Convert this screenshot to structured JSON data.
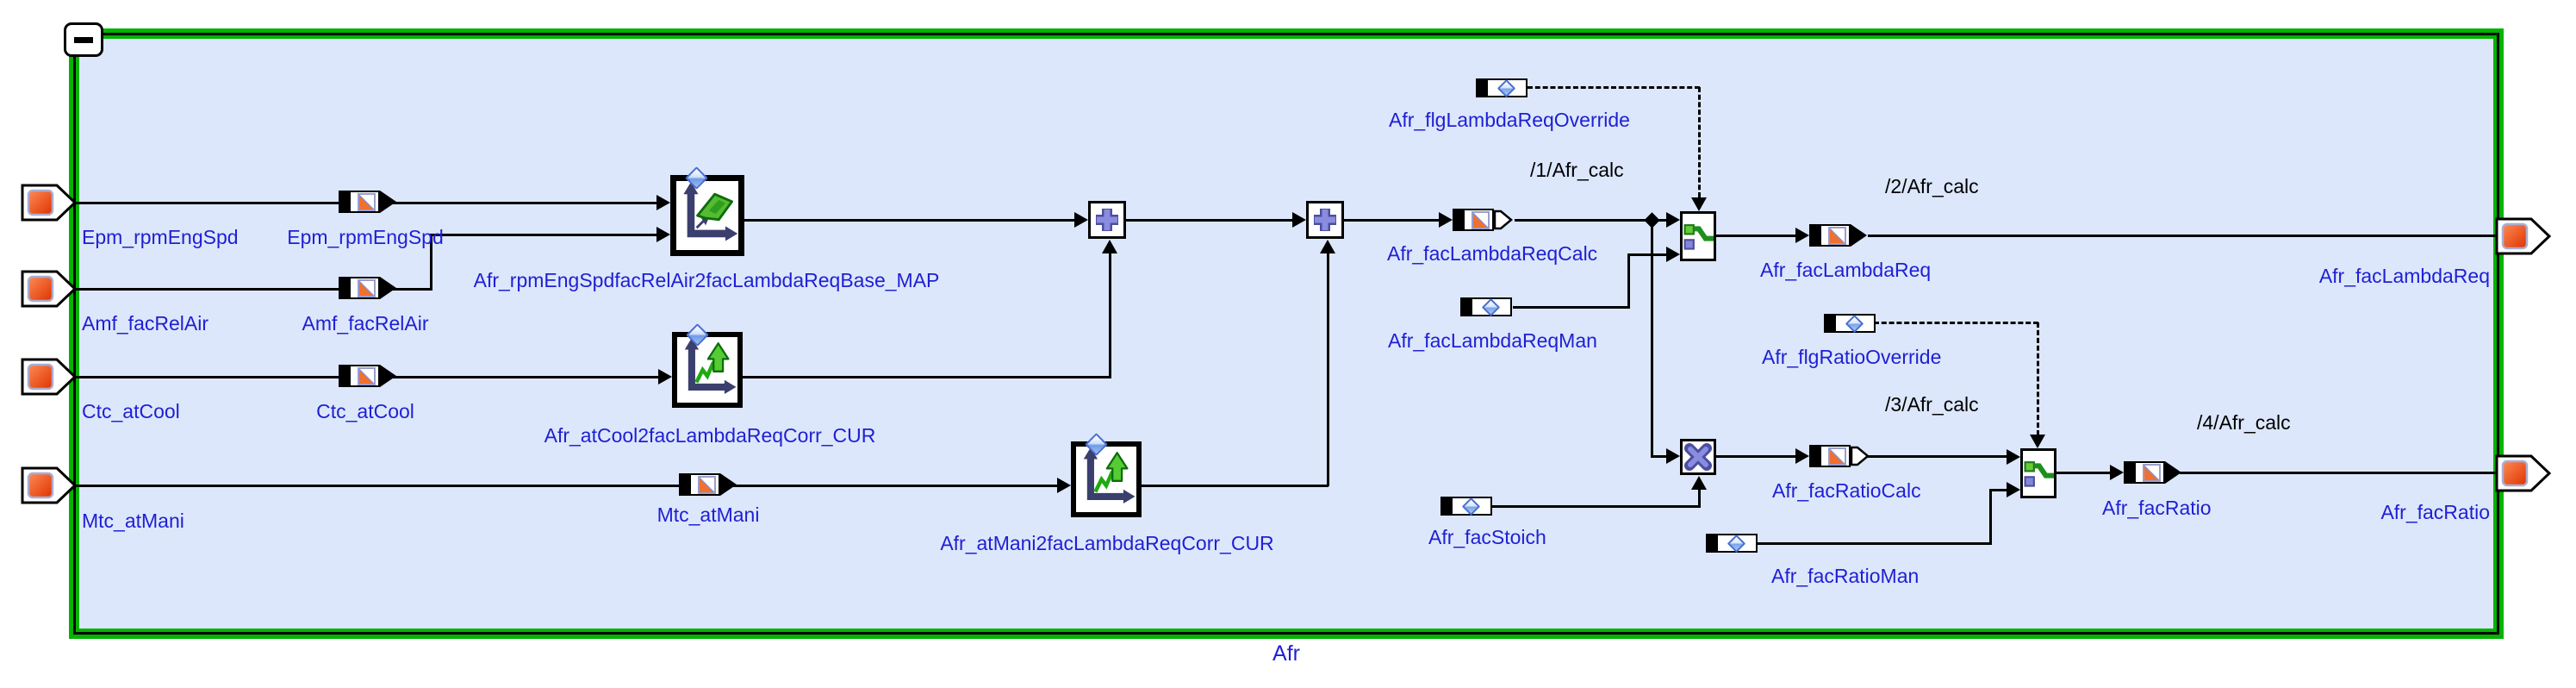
{
  "frame": {
    "title": "Afr",
    "collapse": "-"
  },
  "inputs": [
    {
      "label": "Epm_rpmEngSpd"
    },
    {
      "label": "Amf_facRelAir"
    },
    {
      "label": "Ctc_atCool"
    },
    {
      "label": "Mtc_atMani"
    }
  ],
  "mid_connectors": [
    {
      "label": "Epm_rpmEngSpd"
    },
    {
      "label": "Amf_facRelAir"
    },
    {
      "label": "Ctc_atCool"
    },
    {
      "label": "Mtc_atMani"
    }
  ],
  "lookup_blocks": [
    {
      "type": "map",
      "label": "Afr_rpmEngSpdfacRelAir2facLambdaReqBase_MAP"
    },
    {
      "type": "curve",
      "label": "Afr_atCool2facLambdaReqCorr_CUR"
    },
    {
      "type": "curve",
      "label": "Afr_atMani2facLambdaReqCorr_CUR"
    }
  ],
  "operators": [
    {
      "symbol": "plus"
    },
    {
      "symbol": "plus"
    },
    {
      "symbol": "multiply"
    }
  ],
  "signals": {
    "lambda_override": "Afr_flgLambdaReqOverride",
    "lambda_calc": "Afr_facLambdaReqCalc",
    "lambda_man": "Afr_facLambdaReqMan",
    "lambda_req": "Afr_facLambdaReq",
    "ratio_override": "Afr_flgRatioOverride",
    "ratio_calc": "Afr_facRatioCalc",
    "stoich": "Afr_facStoich",
    "ratio_man": "Afr_facRatioMan",
    "ratio": "Afr_facRatio"
  },
  "outputs": [
    {
      "label": "Afr_facLambdaReq"
    },
    {
      "label": "Afr_facRatio"
    }
  ],
  "annotations": [
    {
      "text": "/1/Afr_calc"
    },
    {
      "text": "/2/Afr_calc"
    },
    {
      "text": "/3/Afr_calc"
    },
    {
      "text": "/4/Afr_calc"
    }
  ],
  "colors": {
    "frame_bg": "#dce7fb",
    "frame_green": "#00b400",
    "label_blue": "#1f1fd4",
    "wire": "#000000",
    "port_orange": "#ee4413",
    "switch_green": "#1d8f1d",
    "operator_purple": "#8486d8"
  }
}
